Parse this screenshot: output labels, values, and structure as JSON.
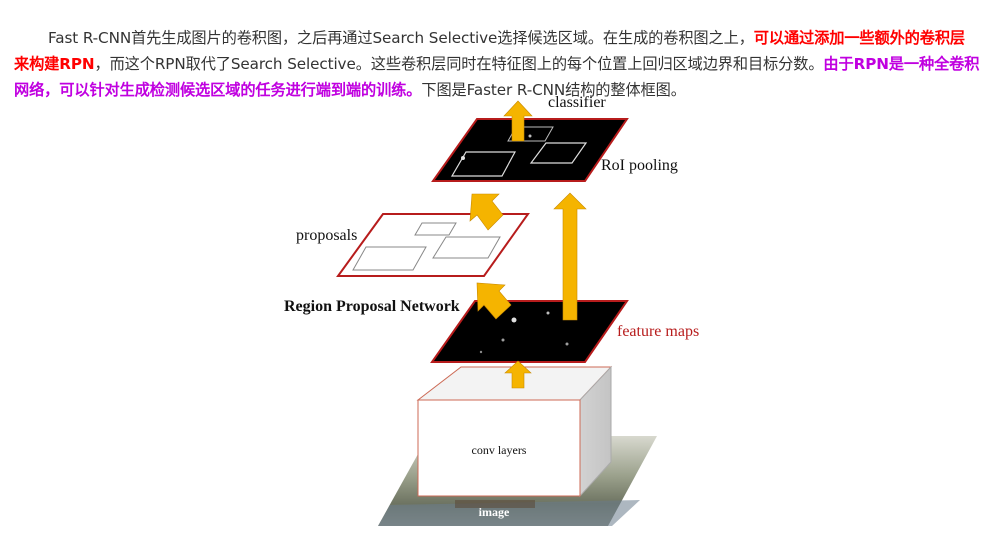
{
  "paragraph": {
    "part1": "Fast R-CNN首先生成图片的卷积图，之后再通过Search Selective选择候选区域。在生成的卷积图之上，",
    "highlight1": "可以通过添加一些额外的卷积层来构建RPN",
    "part2": "，而这个RPN取代了Search Selective。这些卷积层同时在特征图上的每个位置上回归区域边界和目标分数。",
    "highlight2": "由于RPN是一种全卷积网络，可以针对生成检测候选区域的任务进行端到端的训练。",
    "part3": "下图是Faster R-CNN结构的整体框图。"
  },
  "diagram": {
    "classifier": "classifier",
    "roi_pooling": "RoI pooling",
    "proposals": "proposals",
    "rpn": "Region Proposal Network",
    "feature_maps": "feature maps",
    "conv_layers": "conv layers",
    "image": "image"
  },
  "colors": {
    "text": "#333333",
    "highlight_red": "#ff0000",
    "highlight_magenta": "#c000e0",
    "arrow": "#f5b400",
    "plane_border": "#b71c1c",
    "plane_fill": "#000000"
  }
}
